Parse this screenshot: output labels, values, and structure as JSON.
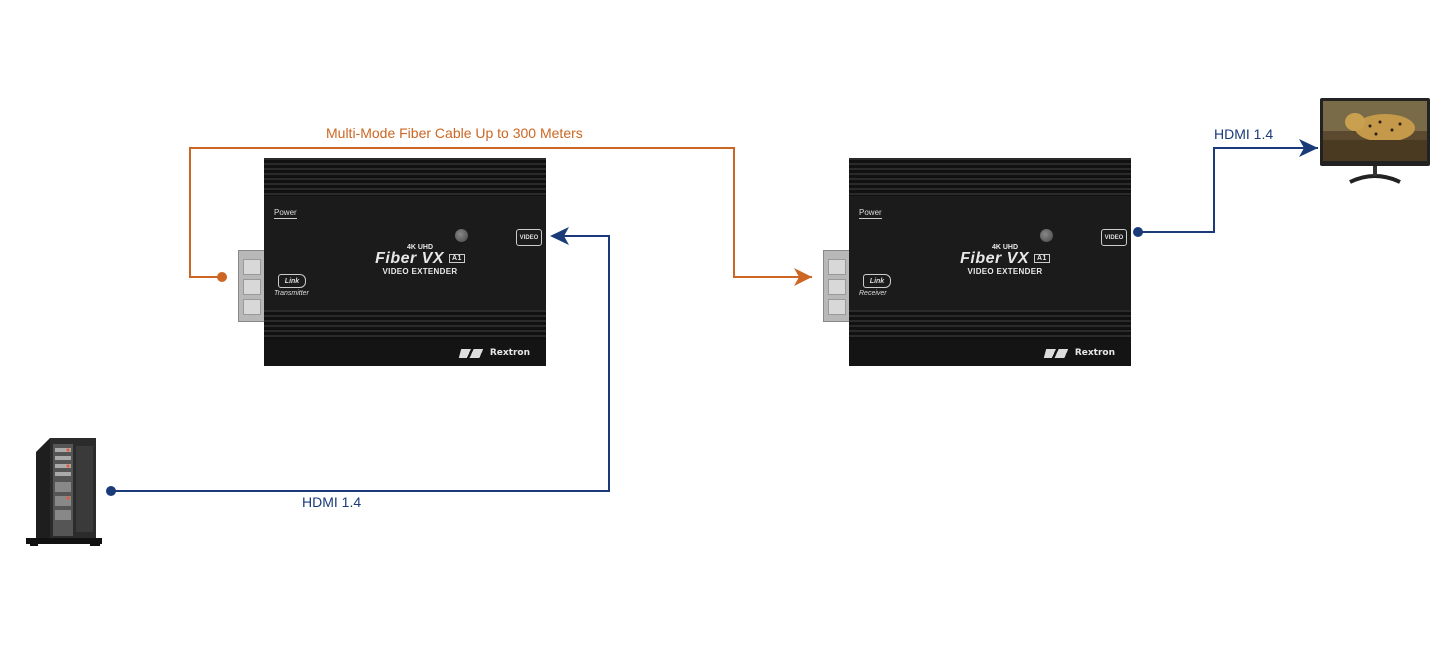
{
  "labels": {
    "fiber_cable": "Multi-Mode Fiber Cable Up to 300 Meters",
    "hdmi_input": "HDMI 1.4",
    "hdmi_output": "HDMI 1.4"
  },
  "transmitter": {
    "power_label": "Power",
    "video_label": "VIDEO",
    "resolution": "4K UHD",
    "product_name": "Fiber VX",
    "model_tag": "A1",
    "product_subtitle": "VIDEO EXTENDER",
    "link_label": "Link",
    "role_label": "Transmitter",
    "brand": "Rextron"
  },
  "receiver": {
    "power_label": "Power",
    "video_label": "VIDEO",
    "resolution": "4K UHD",
    "product_name": "Fiber VX",
    "model_tag": "A1",
    "product_subtitle": "VIDEO EXTENDER",
    "link_label": "Link",
    "role_label": "Receiver",
    "brand": "Rextron"
  },
  "colors": {
    "fiber": "#cc6622",
    "hdmi": "#1a3a7a",
    "device_body": "#161616"
  },
  "icons": {
    "source": "tower-server-icon",
    "display": "monitor-icon"
  }
}
